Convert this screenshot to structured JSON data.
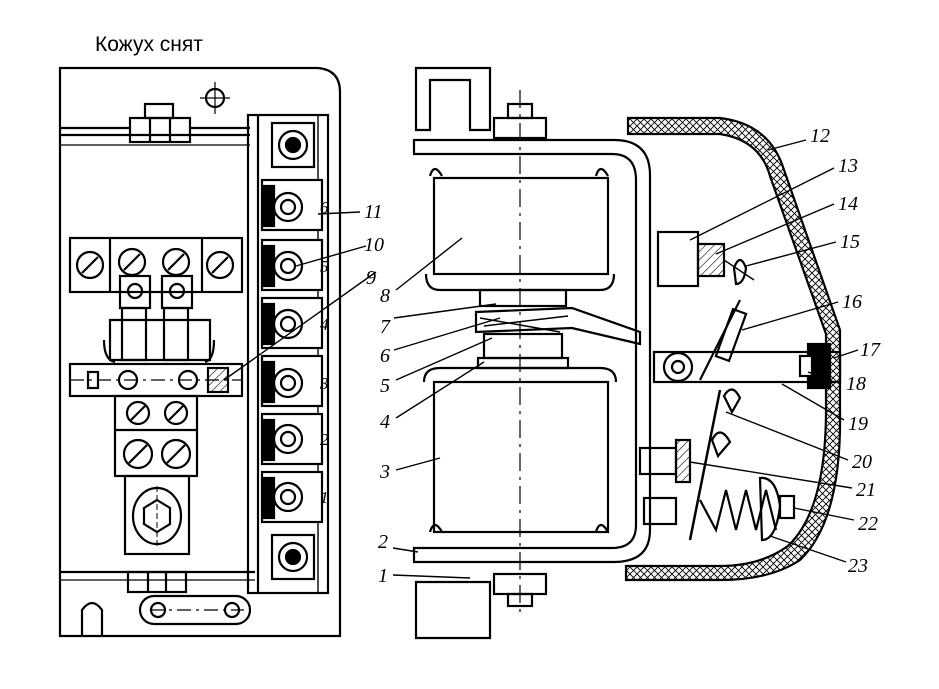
{
  "caption": "Кожух снят",
  "terminal_numbers": [
    "6",
    "5",
    "4",
    "3",
    "2",
    "1"
  ],
  "callouts": [
    "1",
    "2",
    "3",
    "4",
    "5",
    "6",
    "7",
    "8",
    "9",
    "10",
    "11",
    "12",
    "13",
    "14",
    "15",
    "16",
    "17",
    "18",
    "19",
    "20",
    "21",
    "22",
    "23"
  ]
}
